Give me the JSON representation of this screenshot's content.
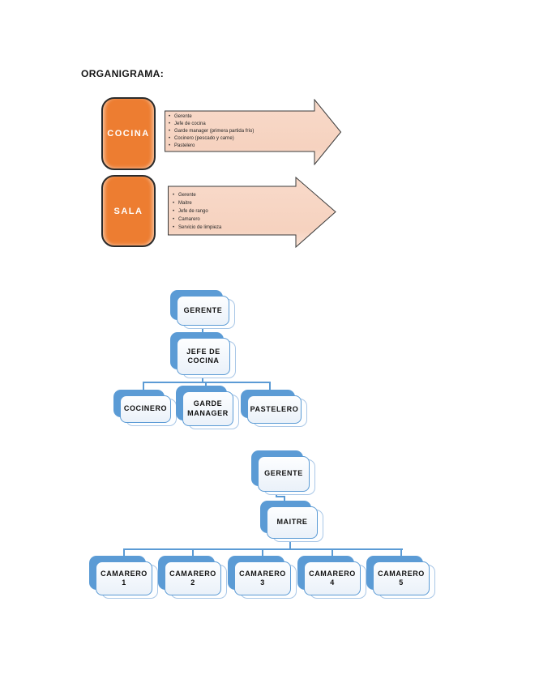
{
  "page": {
    "title": "ORGANIGRAMA:"
  },
  "colors": {
    "accent_orange": "#ED7D31",
    "accent_blue": "#5B9BD5",
    "arrow_fill": "#F8DACA",
    "arrow_stroke": "#3A3A3A"
  },
  "pipelines": [
    {
      "label": "COCINA",
      "items": [
        "Gerente",
        "Jefe de cocina",
        "Garde manager (primera partida frío)",
        "Cocinero (pescado y carne)",
        "Pastelero"
      ]
    },
    {
      "label": "SALA",
      "items": [
        "Gerente",
        "Maitre",
        "Jefe de rango",
        "Camarero",
        "Servicio de limpieza"
      ]
    }
  ],
  "org_chart_cocina": {
    "root": "GERENTE",
    "manager": "JEFE DE COCINA",
    "children": [
      "COCINERO",
      "GARDE MANAGER",
      "PASTELERO"
    ]
  },
  "org_chart_sala": {
    "root": "GERENTE",
    "manager": "MAITRE",
    "children": [
      "CAMARERO 1",
      "CAMARERO 2",
      "CAMARERO 3",
      "CAMARERO 4",
      "CAMARERO 5"
    ]
  }
}
